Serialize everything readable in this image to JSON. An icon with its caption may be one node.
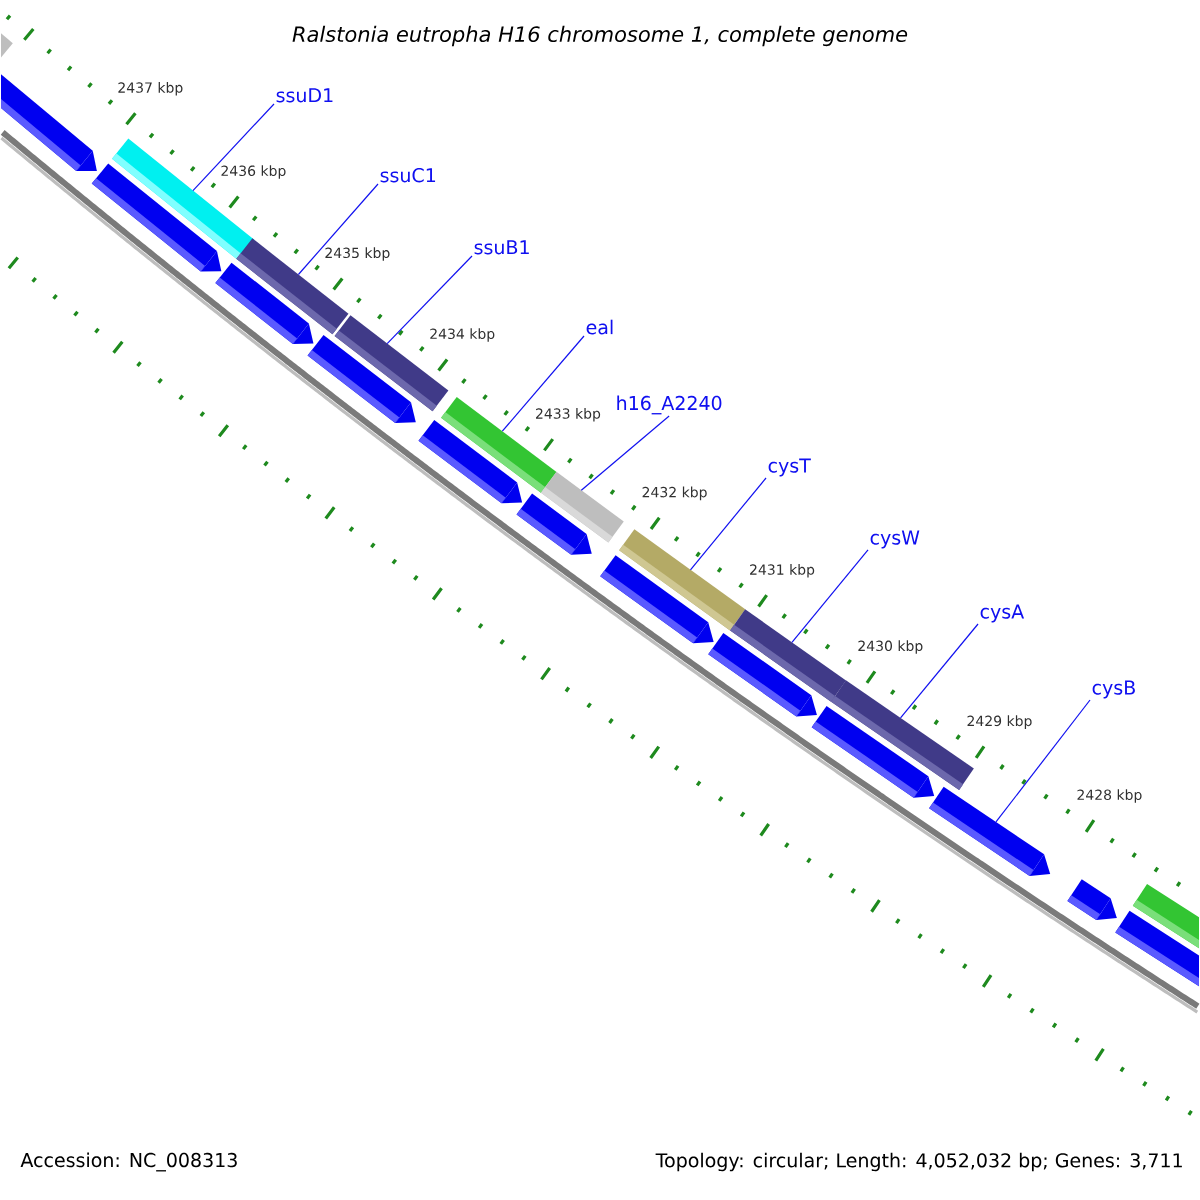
{
  "diagram": {
    "title": "Ralstonia eutropha H16 chromosome 1, complete genome",
    "nodes": [
      {
        "text": [
          "ssuD1"
        ]
      },
      {
        "text": [
          "ssuC1"
        ]
      },
      {
        "text": [
          "ssuB1"
        ]
      },
      {
        "text": [
          "eal"
        ]
      },
      {
        "text": [
          "h16_A2240"
        ]
      },
      {
        "text": [
          "cysT"
        ]
      },
      {
        "text": [
          "cysW"
        ]
      },
      {
        "text": [
          "cysA"
        ]
      },
      {
        "text": [
          "cysB"
        ]
      },
      {
        "text": [],
        "shape": "bar"
      },
      {
        "text": [],
        "shape": "bar"
      },
      {
        "text": [],
        "shape": "bar"
      },
      {
        "text": [],
        "shape": "bar"
      },
      {
        "text": [],
        "shape": "bar"
      },
      {
        "text": [],
        "shape": "bar"
      },
      {
        "text": [],
        "shape": "bar"
      },
      {
        "text": [],
        "shape": "bar"
      },
      {
        "text": [],
        "shape": "bar"
      }
    ],
    "edges": [
      {
        "from": 0,
        "to": 9,
        "arrow": "none"
      },
      {
        "from": 1,
        "to": 10,
        "arrow": "none"
      },
      {
        "from": 2,
        "to": 11,
        "arrow": "none"
      },
      {
        "from": 3,
        "to": 12,
        "arrow": "none"
      },
      {
        "from": 4,
        "to": 13,
        "arrow": "none"
      },
      {
        "from": 5,
        "to": 14,
        "arrow": "none"
      },
      {
        "from": 6,
        "to": 15,
        "arrow": "none"
      },
      {
        "from": 7,
        "to": 16,
        "arrow": "none"
      },
      {
        "from": 8,
        "to": 17,
        "arrow": "none"
      }
    ],
    "labels": [
      "2437 kbp",
      "2436 kbp",
      "2435 kbp",
      "2434 kbp",
      "2433 kbp",
      "2432 kbp",
      "2431 kbp",
      "2430 kbp",
      "2429 kbp",
      "2428 kbp",
      "Accession: NC_008313",
      "Topology: circular; Length: 4,052,032 bp; Genes: 3,711"
    ]
  }
}
